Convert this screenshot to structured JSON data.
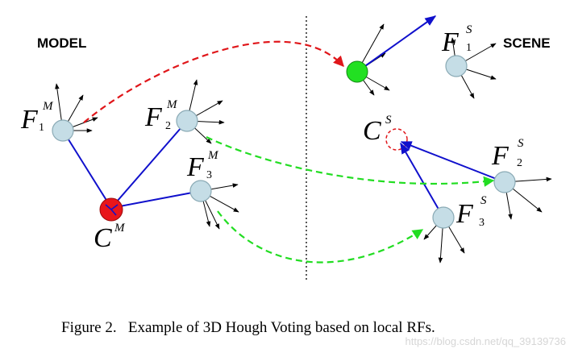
{
  "labels": {
    "model": "MODEL",
    "scene": "SCENE",
    "f": "F",
    "c": "C",
    "sup_m": "M",
    "sup_s": "S",
    "sub_1": "1",
    "sub_2": "2",
    "sub_3": "3"
  },
  "caption": "Figure 2.   Example of 3D Hough Voting based on local RFs.",
  "watermark": "https://blog.csdn.net/qq_39139736",
  "colors": {
    "feature_fill": "#c5dde6",
    "feature_stroke": "#8aaab5",
    "model_center": "#e8161a",
    "scene_center_vote": "#22e022",
    "vector_line": "#1010cc",
    "arrow_red": "#e0161a",
    "arrow_green": "#22dd22"
  }
}
